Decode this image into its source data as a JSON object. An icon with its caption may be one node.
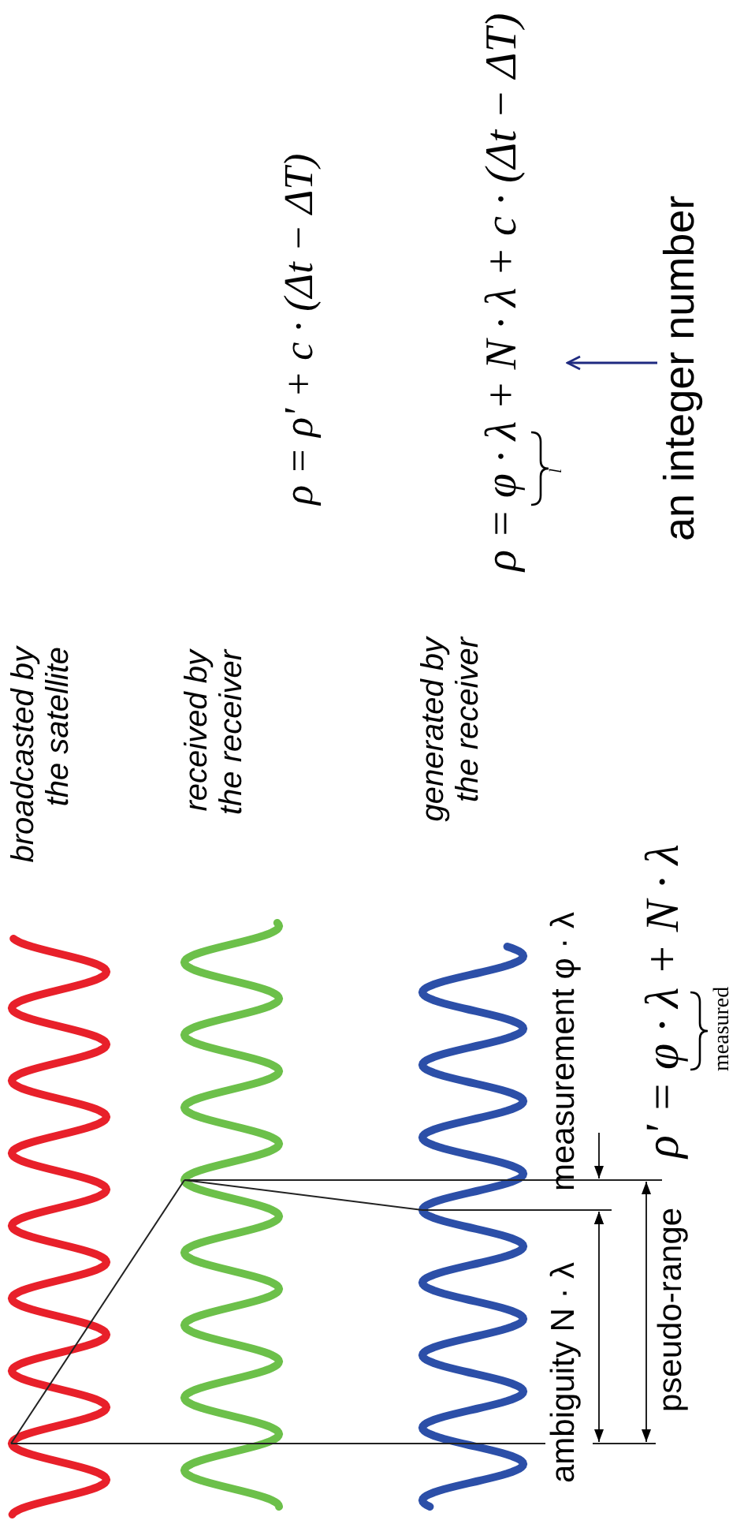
{
  "diagram": {
    "nodes": [
      {
        "text": [
          "ρ = φ · λ + N · λ + c · (Δt − ΔT)",
          "l"
        ]
      },
      {
        "text": [
          "an integer number"
        ]
      }
    ],
    "edges": [
      {
        "from": 1,
        "to": 0,
        "arrow": "to",
        "color": "#1f2a80"
      }
    ],
    "labels": [
      "ρ = ρ' + c · (Δt − ΔT)",
      "broadcasted by the satellite",
      "received by the receiver",
      "generated by the receiver",
      "measurement φ · λ",
      "ambiguity N · λ",
      "pseudo-range",
      "ρ' = φ · λ + N · λ",
      "measured"
    ]
  }
}
